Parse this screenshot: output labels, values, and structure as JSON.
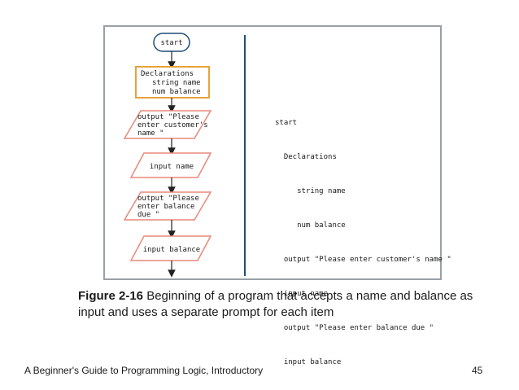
{
  "flowchart": {
    "start": "start",
    "declarations": [
      "Declarations",
      "string name",
      "num balance"
    ],
    "output1": [
      "output \"Please",
      "enter customer's",
      "name \""
    ],
    "input1": "input name",
    "output2": [
      "output \"Please",
      "enter balance",
      "due \""
    ],
    "input2": "input balance"
  },
  "pseudocode": [
    "start",
    "  Declarations",
    "     string name",
    "     num balance",
    "  output \"Please enter customer's name \"",
    "  input name",
    "  output \"Please enter balance due \"",
    "  input balance"
  ],
  "caption": {
    "label": "Figure 2-16",
    "text": " Beginning of a program that accepts a name and balance as input and uses a separate prompt for each item"
  },
  "footer": {
    "title": "A Beginner's Guide to Programming Logic, Introductory",
    "page": "45"
  },
  "colors": {
    "shape_stroke": "#e8887a",
    "declarations_stroke": "#e8a23a",
    "divider": "#1f4e79"
  }
}
